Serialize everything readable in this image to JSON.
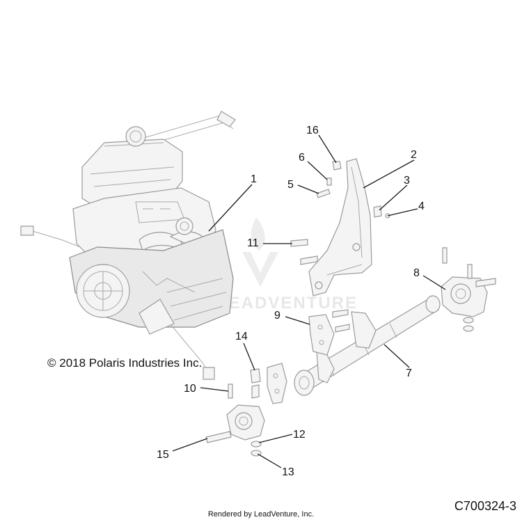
{
  "copyright": "© 2018 Polaris Industries Inc.",
  "rendered_by": "Rendered by LeadVenture, Inc.",
  "diagram_id": "C700324-3",
  "watermark": "LEADVENTURE",
  "callouts": [
    "1",
    "2",
    "3",
    "4",
    "5",
    "6",
    "7",
    "8",
    "9",
    "10",
    "11",
    "12",
    "13",
    "14",
    "15",
    "16"
  ],
  "colors": {
    "line": "#1a1a1a",
    "part_outline": "#9a9a9a",
    "part_fill": "#f4f4f4",
    "watermark": "#d8d8d8"
  }
}
